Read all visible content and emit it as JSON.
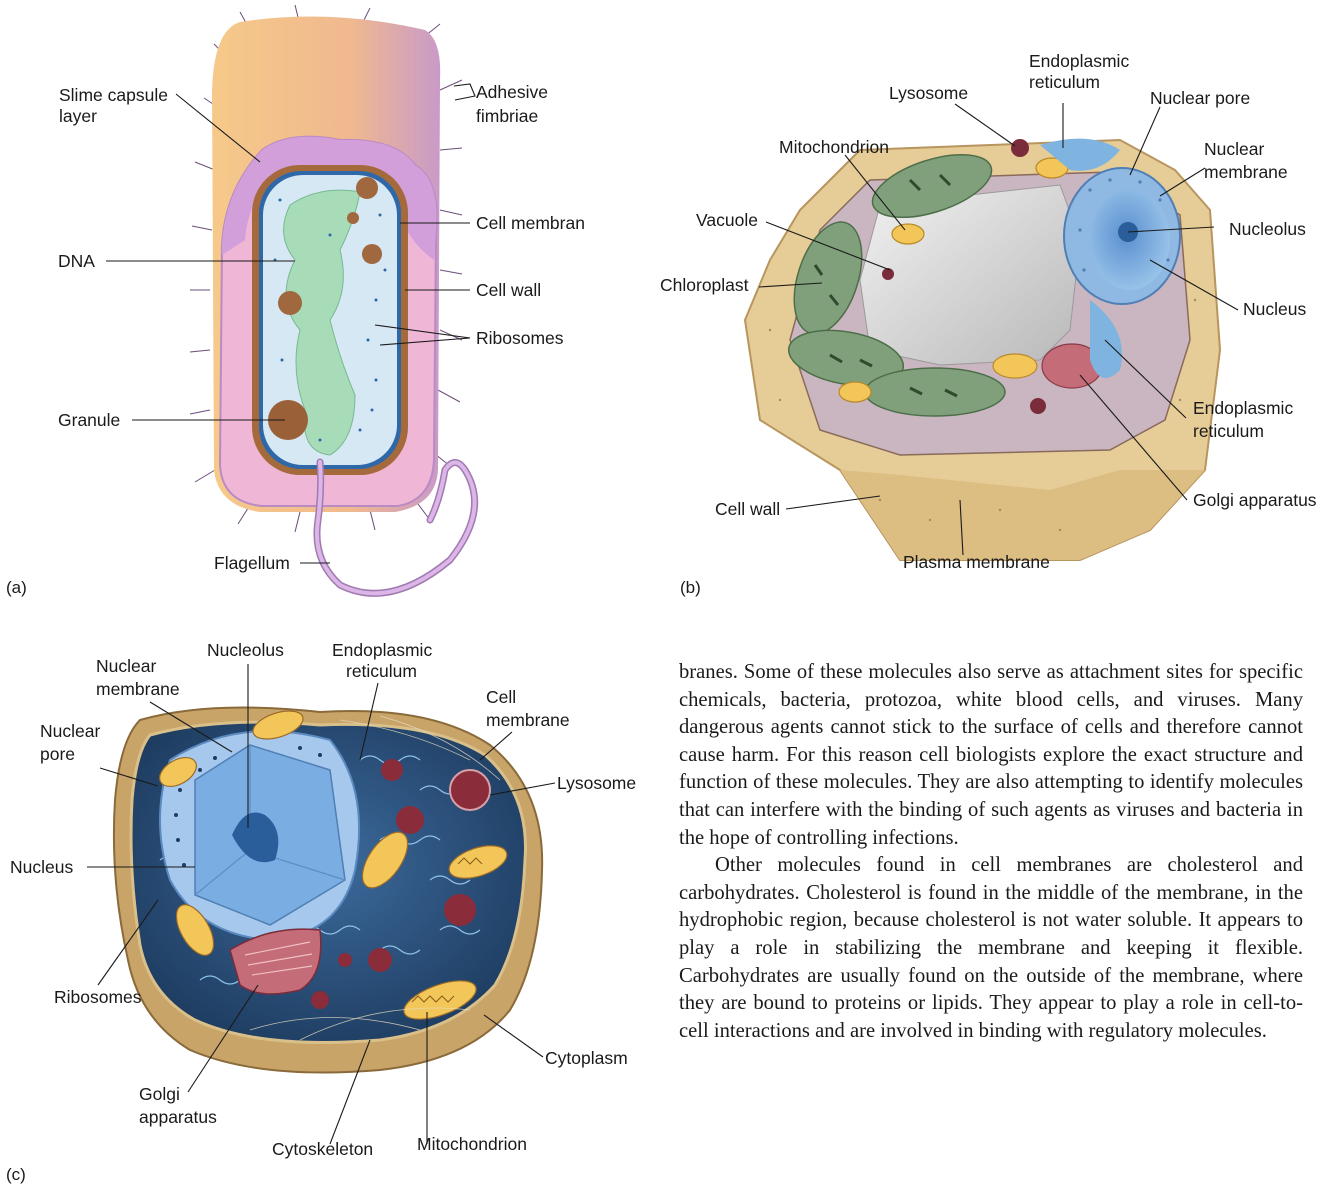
{
  "panel_a": {
    "tag": "(a)",
    "labels": {
      "slime": [
        "Slime capsule",
        "layer"
      ],
      "adhesive": [
        "Adhesive",
        "fimbriae"
      ],
      "cell_membrane": "Cell membran",
      "dna": "DNA",
      "cell_wall": "Cell wall",
      "ribosomes": "Ribosomes",
      "granule": "Granule",
      "flagellum": "Flagellum"
    }
  },
  "panel_b": {
    "tag": "(b)",
    "labels": {
      "er_top": [
        "Endoplasmic",
        "reticulum"
      ],
      "lysosome": "Lysosome",
      "nuclear_pore": "Nuclear pore",
      "mitochondrion": "Mitochondrion",
      "nuclear_membrane": [
        "Nuclear",
        "membrane"
      ],
      "vacuole": "Vacuole",
      "nucleolus": "Nucleolus",
      "chloroplast": "Chloroplast",
      "nucleus": "Nucleus",
      "er_bottom": [
        "Endoplasmic",
        "reticulum"
      ],
      "golgi": "Golgi apparatus",
      "cell_wall": "Cell wall",
      "plasma_membrane": "Plasma membrane"
    }
  },
  "panel_c": {
    "tag": "(c)",
    "labels": {
      "nucleolus": "Nucleolus",
      "er": [
        "Endoplasmic",
        "reticulum"
      ],
      "nuclear_membrane": [
        "Nuclear",
        "membrane"
      ],
      "cell_membrane": [
        "Cell",
        "membrane"
      ],
      "nuclear_pore": [
        "Nuclear",
        "pore"
      ],
      "lysosome": "Lysosome",
      "nucleus": "Nucleus",
      "ribosomes": "Ribosomes",
      "cytoplasm": "Cytoplasm",
      "golgi": [
        "Golgi",
        "apparatus"
      ],
      "cytoskeleton": "Cytoskeleton",
      "mitochondrion": "Mitochondrion"
    }
  },
  "body_text": {
    "p1": "branes. Some of these molecules also serve as attachment sites for specific chemicals, bacteria, protozoa, white blood cells, and viruses. Many dangerous agents cannot stick to the surface of cells and therefore cannot cause harm. For this reason cell biologists explore the exact structure and function of these molecules. They are also attempting to identify molecules that can interfere with the binding of such agents as viruses and bacteria in the hope of controlling infections.",
    "p2": "Other molecules found in cell membranes are cholesterol and carbohydrates. Cholesterol is found in the middle of the membrane, in the hydrophobic region, because cholesterol is not water soluble. It appears to play a role in stabilizing the membrane and keeping it flexible. Carbohydrates are usually found on the outside of the membrane, where they are bound to proteins or lipids. They appear to play a role in cell-to-cell interactions and are involved in binding with regulatory molecules."
  },
  "colors": {
    "capsule": "#f2bf86",
    "wall_purple": "#d7a2d8",
    "wall_pink": "#f0b6d6",
    "membrane": "#a86a3a",
    "cytoplasm_a": "#d6e8f4",
    "dna": "#a8dcb8",
    "granule": "#a0683e",
    "plant_wall": "#e6cc96",
    "chloroplast": "#7fa07a",
    "vacuole": "#d6d6d6",
    "nucleus_blue": "#6ea4d6",
    "golgi": "#c46c78",
    "mito": "#f2c658",
    "animal_cyto": "#2d5078",
    "animal_rim": "#c8a468"
  }
}
